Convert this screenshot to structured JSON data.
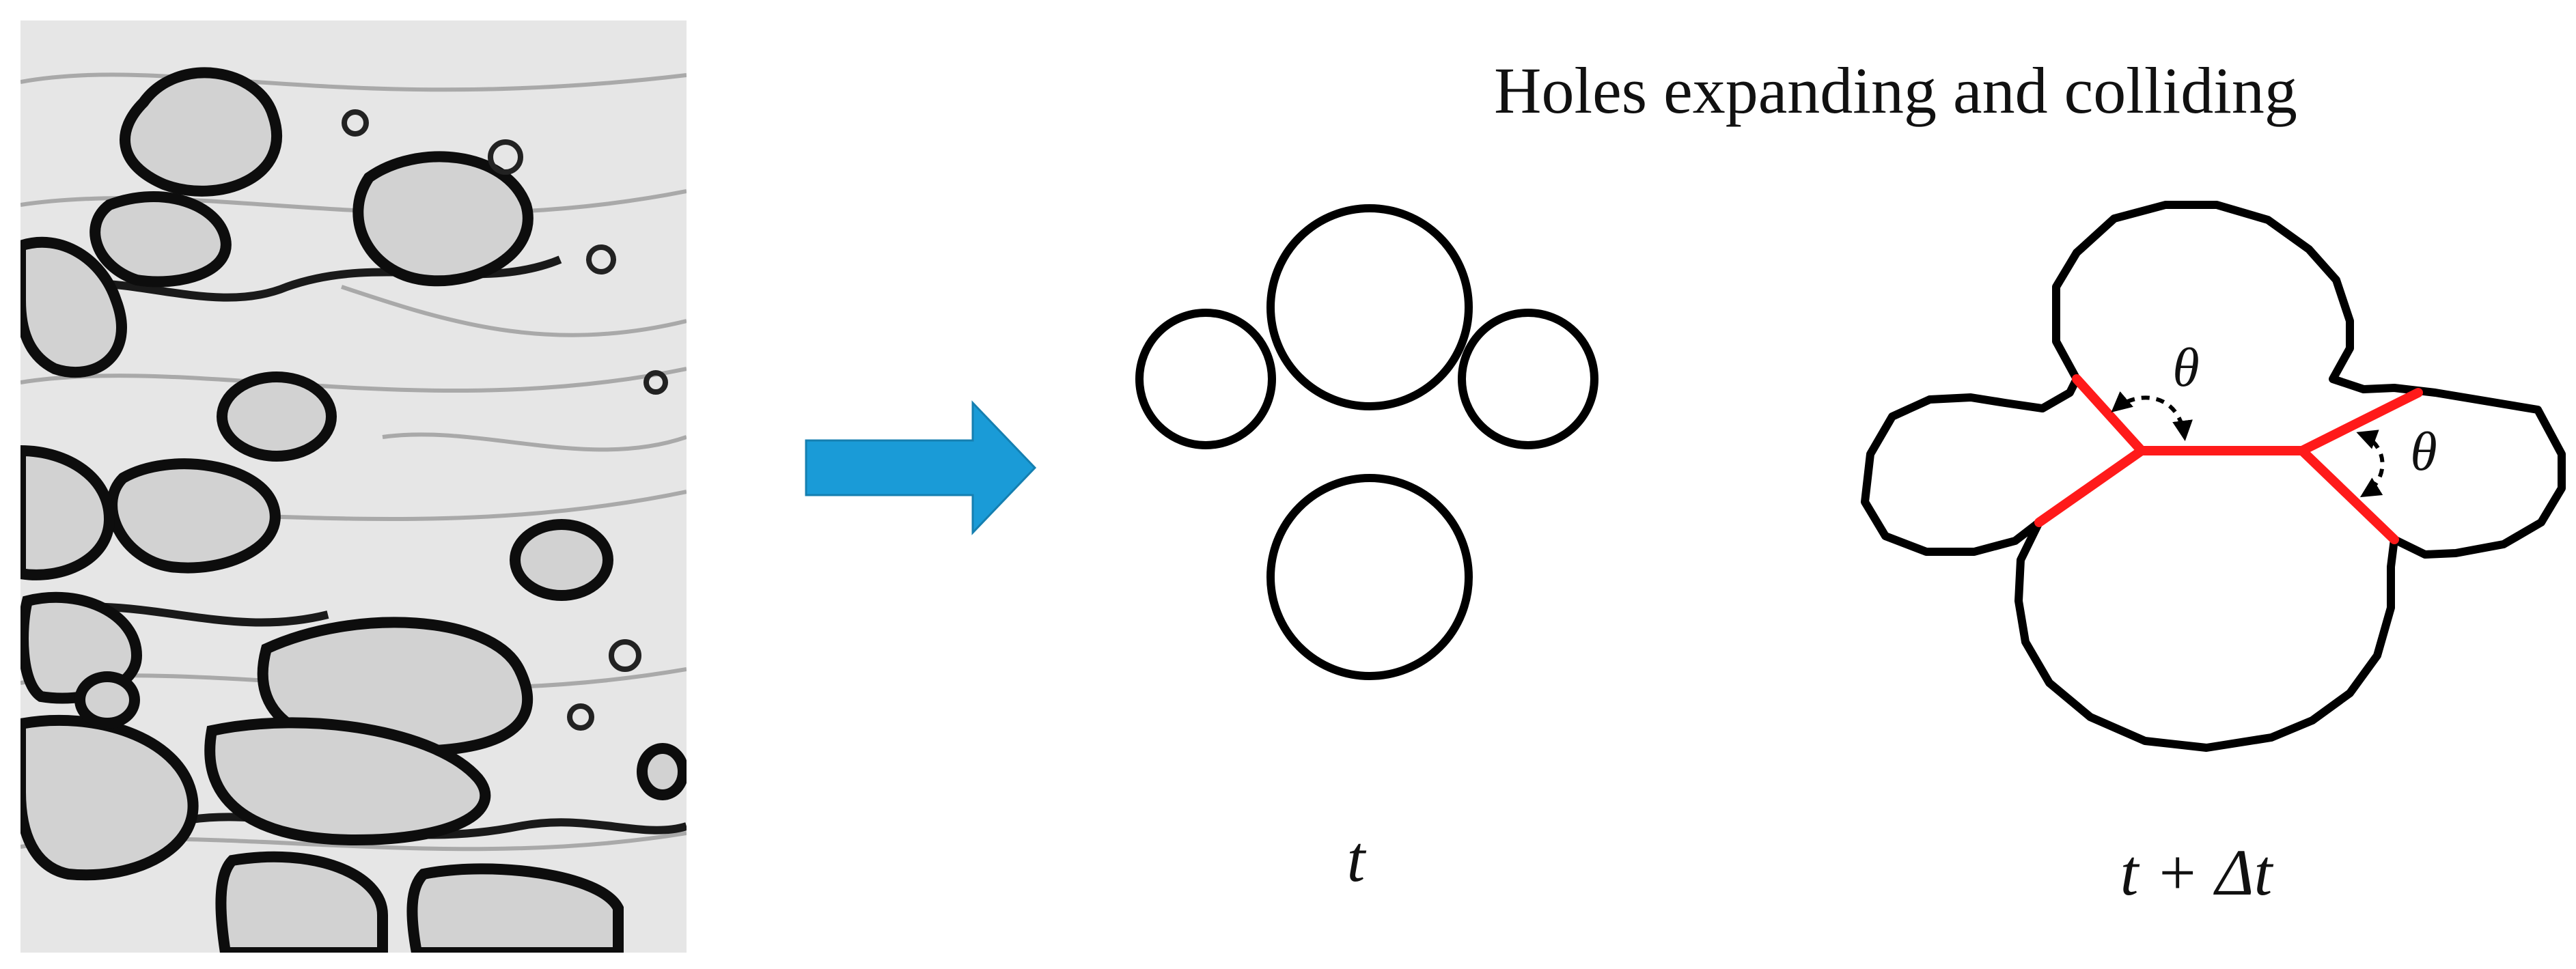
{
  "title": "Holes expanding and colliding",
  "labels": {
    "before": "t",
    "after": "t + Δt",
    "angle_left": "θ",
    "angle_right": "θ"
  },
  "icons": {
    "micrograph": "foam-micrograph-image",
    "arrow": "arrow-right-icon"
  },
  "colors": {
    "arrow": "#1a9bd7",
    "junction": "#ff1a1a",
    "outline": "#000000"
  }
}
